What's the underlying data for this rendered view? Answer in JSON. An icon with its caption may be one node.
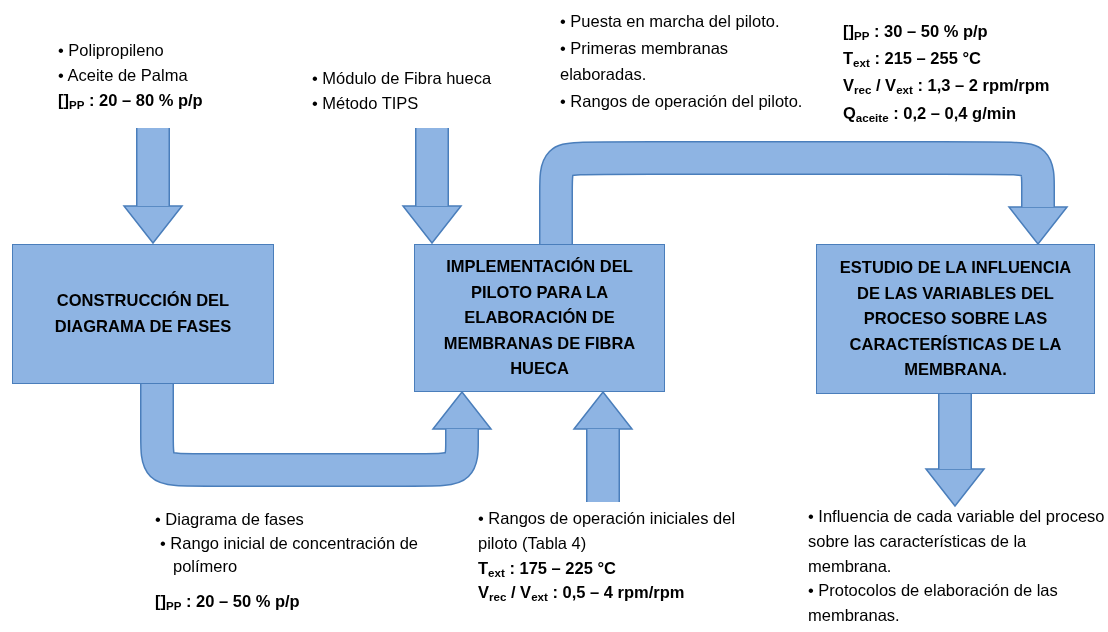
{
  "diagram": {
    "nodes": [
      {
        "text": [
          "• Polipropileno",
          "• Aceite de Palma",
          "[]$_{PP}$ : 20 – 80 % p/p"
        ]
      },
      {
        "text": [
          "• Módulo de Fibra hueca",
          "• Método TIPS"
        ]
      },
      {
        "text": [
          "CONSTRUCCIÓN DEL DIAGRAMA DE FASES"
        ]
      },
      {
        "text": [
          "IMPLEMENTACIÓN DEL PILOTO PARA LA ELABORACIÓN DE MEMBRANAS DE FIBRA HUECA"
        ]
      },
      {
        "text": [
          "ESTUDIO DE LA INFLUENCIA DE LAS VARIABLES DEL PROCESO SOBRE LAS CARACTERÍSTICAS DE LA MEMBRANA."
        ]
      },
      {
        "text": [
          "• Rangos de operación iniciales del piloto (Tabla 4)",
          "T$_{ext}$ : 175 – 225 °C",
          "V$_{rec}$ / V$_{ext}$ : 0,5 – 4 rpm/rpm"
        ]
      },
      {
        "text": [
          "• Influencia de cada variable del proceso sobre las características de la membrana.",
          "• Protocolos de elaboración de las membranas."
        ]
      }
    ],
    "edges": [
      {
        "from": 0,
        "to": 2,
        "arrow": "to"
      },
      {
        "from": 1,
        "to": 3,
        "arrow": "to"
      },
      {
        "from": 2,
        "to": 3,
        "arrow": "to"
      },
      {
        "from": 5,
        "to": 3,
        "arrow": "to"
      },
      {
        "from": 3,
        "to": 4,
        "arrow": "to"
      },
      {
        "from": 4,
        "to": 6,
        "arrow": "to"
      }
    ],
    "labels": [
      "• Puesta en marcha del piloto.",
      "• Primeras membranas elaboradas.",
      "• Rangos de operación del piloto.",
      "[]$_{PP}$ : 30 – 50 % p/p",
      "T$_{ext}$ : 215 – 255 °C",
      "V$_{rec}$ / V$_{ext}$ : 1,3 – 2 rpm/rpm",
      "Q$_{aceite}$ : 0,2 – 0,4 g/min",
      "• Diagrama de fases",
      "• Rango inicial de concentración de polímero",
      "[]$_{PP}$ : 20 – 50 % p/p"
    ]
  }
}
